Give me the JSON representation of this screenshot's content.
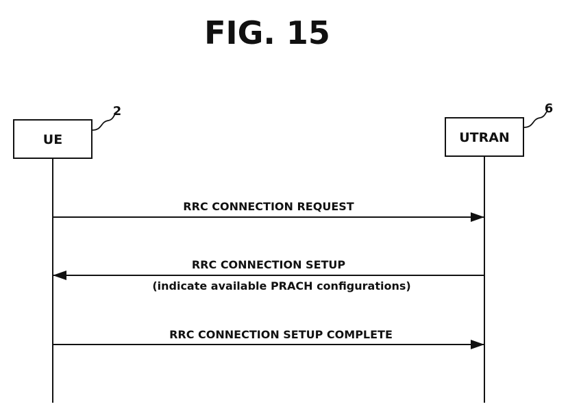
{
  "figure": {
    "title": "FIG. 15"
  },
  "entities": [
    {
      "id": "ue",
      "label": "UE",
      "ref": "2"
    },
    {
      "id": "utran",
      "label": "UTRAN",
      "ref": "6"
    }
  ],
  "messages": [
    {
      "from": "ue",
      "to": "utran",
      "label": "RRC CONNECTION REQUEST",
      "sublabel": ""
    },
    {
      "from": "utran",
      "to": "ue",
      "label": "RRC CONNECTION SETUP",
      "sublabel": "(indicate available PRACH configurations)"
    },
    {
      "from": "ue",
      "to": "utran",
      "label": "RRC CONNECTION SETUP COMPLETE",
      "sublabel": ""
    }
  ],
  "colors": {
    "ink": "#111111",
    "background": "#ffffff"
  }
}
